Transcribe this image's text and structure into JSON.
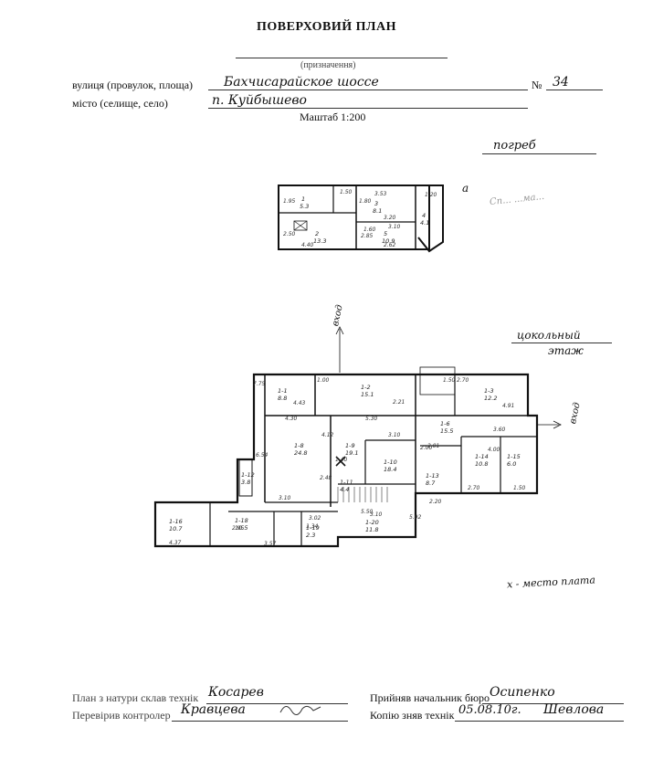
{
  "header": {
    "title": "ПОВЕРХОВИЙ ПЛАН",
    "purpose_hint": "(призначення)",
    "street_label": "вулиця (провулок, площа)",
    "street_value": "Бахчисарайское шоссе",
    "number_label": "№",
    "number_value": "34",
    "place_label": "місто (селище, село)",
    "place_value": "п. Куйбышево",
    "scale": "Маштаб 1:200"
  },
  "plans": {
    "basement_title": "погреб",
    "basement_mark": "а",
    "basement_stamp": "Сп... ...ма...",
    "ground_title_1": "цокольный",
    "ground_title_2": "этаж",
    "entrance_1": "вход",
    "entrance_2": "вход",
    "legend": "х - место плата"
  },
  "basement_rooms": [
    {
      "id": "1",
      "area": "5.3"
    },
    {
      "id": "2",
      "area": "13.3"
    },
    {
      "id": "3",
      "area": "8.1"
    },
    {
      "id": "4",
      "area": "4.1"
    },
    {
      "id": "5",
      "area": "10.9"
    }
  ],
  "basement_dims": [
    "1.95",
    "2.50",
    "4.40",
    "1.50",
    "1.80",
    "3.53",
    "3.20",
    "2.85",
    "3.10",
    "1.60",
    "2.62",
    "1.20"
  ],
  "ground_rooms": [
    {
      "id": "1-1",
      "area": "8.8"
    },
    {
      "id": "1-2",
      "area": "15.1"
    },
    {
      "id": "1-3",
      "area": "12.2"
    },
    {
      "id": "1-8",
      "area": "24.8"
    },
    {
      "id": "1-9",
      "area": "19.1"
    },
    {
      "id": "1-10",
      "area": "18.4"
    },
    {
      "id": "1-11",
      "area": "4.4"
    },
    {
      "id": "1-12",
      "area": "3.8"
    },
    {
      "id": "1-13",
      "area": "8.7"
    },
    {
      "id": "1-14",
      "area": "10.8"
    },
    {
      "id": "1-15",
      "area": "6.0"
    },
    {
      "id": "1-16",
      "area": "10.7"
    },
    {
      "id": "1-18",
      "area": "10.5"
    },
    {
      "id": "1-19",
      "area": "2.3"
    },
    {
      "id": "1-20",
      "area": "11.8"
    },
    {
      "id": "1-6",
      "area": "15.5"
    }
  ],
  "ground_dims": [
    "4.43",
    "4.30",
    "5.30",
    "2.21",
    "3.10",
    "4.91",
    "3.60",
    "2.70",
    "2.01",
    "4.00",
    "2.70",
    "1.50",
    "2.20",
    "5.50",
    "3.10",
    "6.54",
    "4.12",
    "1.40",
    "2.48",
    "3.57",
    "4.37",
    "2.95",
    "3.02",
    "1.50",
    "2.00",
    "1.34",
    "5.92",
    "7.75",
    "3.10",
    "1.00"
  ],
  "footer": {
    "drew_label": "План з натури склав технік",
    "drew_value": "Косарев",
    "checked_label": "Перевірив контролер",
    "checked_value": "Кравцева",
    "accepted_label": "Прийняв начальник бюро",
    "accepted_value": "Осипенко",
    "copy_label": "Копію зняв технік",
    "copy_date": "05.08.10г.",
    "copy_value": "Шевлова"
  }
}
